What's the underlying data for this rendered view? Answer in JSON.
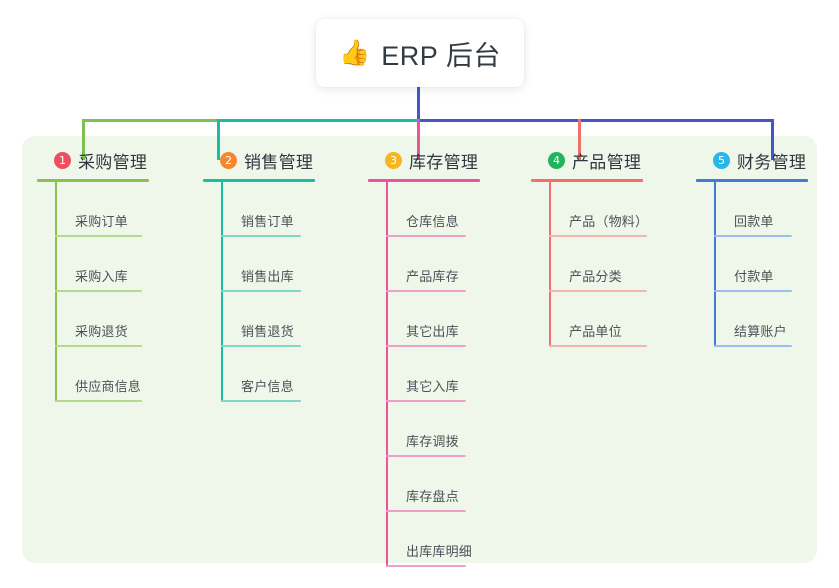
{
  "root": {
    "icon": "thumbs-up-icon",
    "icon_glyph": "👍",
    "title": "ERP 后台"
  },
  "theme": {
    "panel_bg": "#eef7e9",
    "page_bg": "#ffffff",
    "title_text": "#333b42",
    "leaf_text": "#4a5259"
  },
  "connector": {
    "trunk_color": "#4455cc",
    "segments": [
      {
        "name": "bus-green",
        "color": "#7dbf52"
      },
      {
        "name": "bus-teal",
        "color": "#17bfa0"
      },
      {
        "name": "bus-blue",
        "color": "#4455cc"
      }
    ],
    "drops": [
      {
        "name": "drop-purchase",
        "color": "#7dbf52"
      },
      {
        "name": "drop-sales",
        "color": "#17bfa0"
      },
      {
        "name": "drop-inventory",
        "color": "#e8559b"
      },
      {
        "name": "drop-product",
        "color": "#f2706c"
      },
      {
        "name": "drop-finance",
        "color": "#4455cc"
      }
    ]
  },
  "columns": [
    {
      "id": "purchase",
      "number": "1",
      "badge_color": "#ef4e5e",
      "line_color": "#8cc152",
      "leaf_line_color": "#b5d98e",
      "title": "采购管理",
      "leaves": [
        {
          "label": "采购订单"
        },
        {
          "label": "采购入库"
        },
        {
          "label": "采购退货"
        },
        {
          "label": "供应商信息"
        }
      ]
    },
    {
      "id": "sales",
      "number": "2",
      "badge_color": "#f5872e",
      "line_color": "#17bfa0",
      "leaf_line_color": "#7fd8c6",
      "title": "销售管理",
      "leaves": [
        {
          "label": "销售订单"
        },
        {
          "label": "销售出库"
        },
        {
          "label": "销售退货"
        },
        {
          "label": "客户信息"
        }
      ]
    },
    {
      "id": "inventory",
      "number": "3",
      "badge_color": "#f5b623",
      "line_color": "#e8559b",
      "leaf_line_color": "#f0a0c6",
      "title": "库存管理",
      "leaves": [
        {
          "label": "仓库信息"
        },
        {
          "label": "产品库存"
        },
        {
          "label": "其它出库"
        },
        {
          "label": "其它入库"
        },
        {
          "label": "库存调拨"
        },
        {
          "label": "库存盘点"
        },
        {
          "label": "出库库明细"
        }
      ]
    },
    {
      "id": "product",
      "number": "4",
      "badge_color": "#22b35e",
      "line_color": "#f2706c",
      "leaf_line_color": "#f7b3b0",
      "title": "产品管理",
      "leaves": [
        {
          "label": "产品（物料）"
        },
        {
          "label": "产品分类"
        },
        {
          "label": "产品单位"
        }
      ]
    },
    {
      "id": "finance",
      "number": "5",
      "badge_color": "#29b6e8",
      "line_color": "#4679d6",
      "leaf_line_color": "#9dbdee",
      "title": "财务管理",
      "leaves": [
        {
          "label": "回款单"
        },
        {
          "label": "付款单"
        },
        {
          "label": "结算账户"
        }
      ]
    }
  ]
}
